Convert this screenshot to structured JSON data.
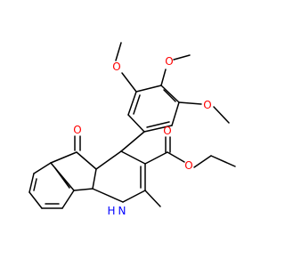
{
  "colors": {
    "bond": "#000000",
    "oxygen": "#ff0000",
    "nitrogen": "#0000ff",
    "background": "#ffffff"
  },
  "labels": {
    "ketone_o": "O",
    "methoxy_o_1": "O",
    "methoxy_o_2": "O",
    "methoxy_o_3": "O",
    "ester_carbonyl_o": "O",
    "ester_ether_o": "O",
    "nh": "H",
    "nh_n": "N"
  }
}
